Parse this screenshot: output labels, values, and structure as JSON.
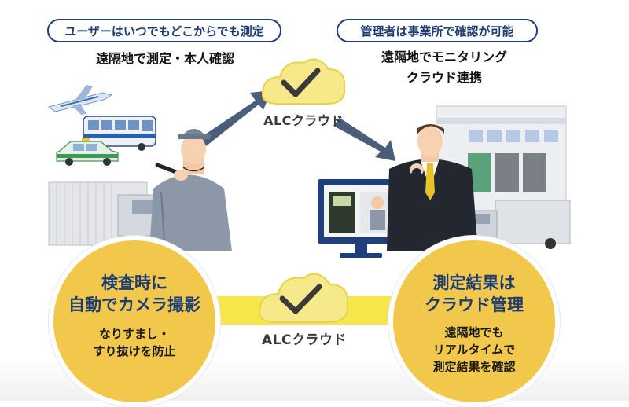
{
  "top_left": {
    "pill": "ユーザーはいつでもどこからでも測定",
    "subtitle": "遠隔地で測定・本人確認"
  },
  "top_right": {
    "pill": "管理者は事業所で確認が可能",
    "subtitle_line1": "遠隔地でモニタリング",
    "subtitle_line2": "クラウド連携"
  },
  "cloud_logo": {
    "top_label": "ALCクラウド",
    "bottom_label": "ALCクラウド"
  },
  "left_circle": {
    "heading_line1": "検査時に",
    "heading_line2": "自動でカメラ撮影",
    "body_line1": "なりすまし・",
    "body_line2": "すり抜けを防止"
  },
  "right_circle": {
    "heading_line1": "測定結果は",
    "heading_line2": "クラウド管理",
    "body_line1": "遠隔地でも",
    "body_line2": "リアルタイムで",
    "body_line3": "測定結果を確認"
  },
  "colors": {
    "navy": "#1e3d73",
    "yellow": "#f1c84b",
    "band": "#f7e64a",
    "arrow": "#4a5e7a"
  }
}
